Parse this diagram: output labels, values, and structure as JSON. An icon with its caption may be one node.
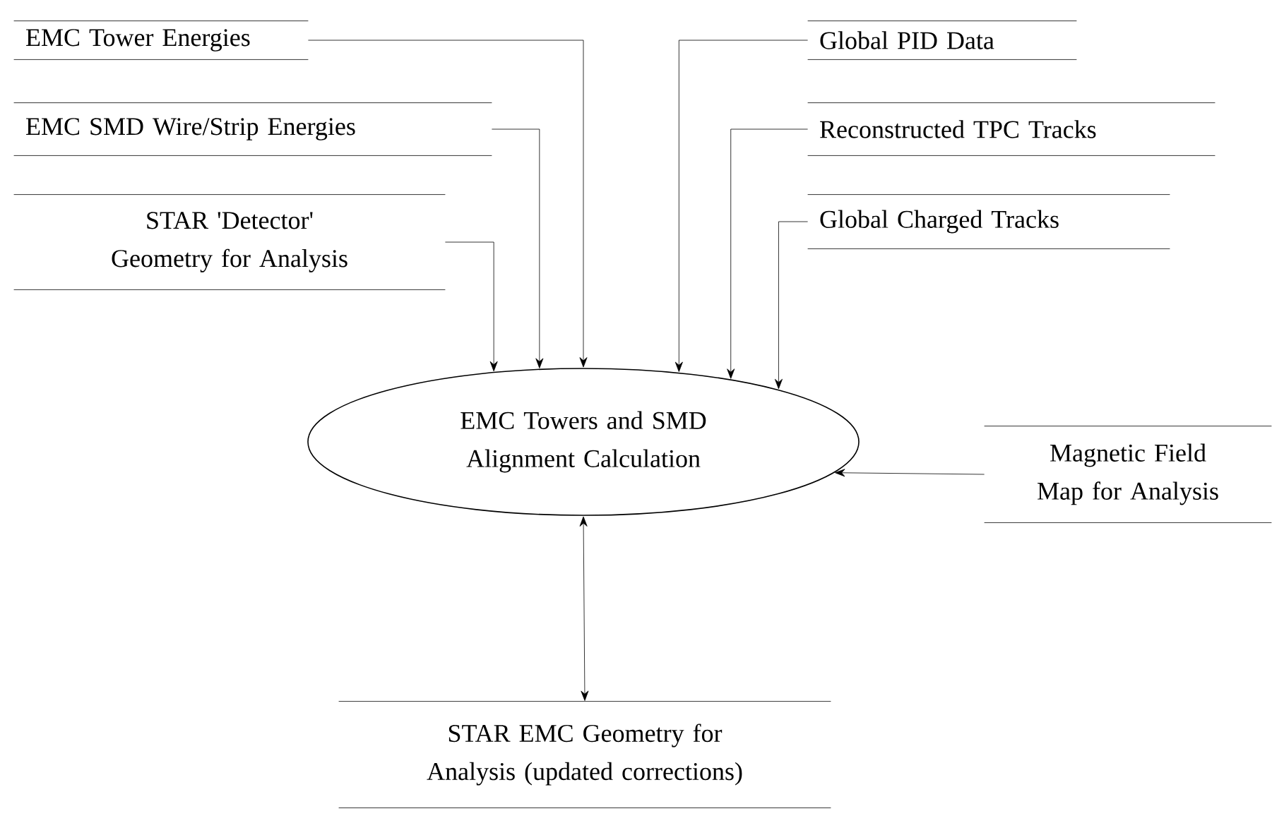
{
  "diagram": {
    "nodes": [
      {
        "text": [
          "EMC Tower Energies"
        ]
      },
      {
        "text": [
          "EMC SMD Wire/Strip Energies"
        ]
      },
      {
        "text": [
          "STAR 'Detector' Geometry for Analysis"
        ]
      },
      {
        "text": [
          "Global PID Data"
        ]
      },
      {
        "text": [
          "Reconstructed TPC Tracks"
        ]
      },
      {
        "text": [
          "Global Charged Tracks"
        ]
      },
      {
        "text": [
          "EMC Towers and SMD Alignment Calculation"
        ]
      },
      {
        "text": [
          "Magnetic Field Map for Analysis"
        ]
      },
      {
        "text": [
          "STAR EMC Geometry for Analysis (updated corrections)"
        ]
      }
    ],
    "edges": [
      {
        "from": 0,
        "to": 6,
        "arrow": "to"
      },
      {
        "from": 1,
        "to": 6,
        "arrow": "to"
      },
      {
        "from": 2,
        "to": 6,
        "arrow": "to"
      },
      {
        "from": 3,
        "to": 6,
        "arrow": "to"
      },
      {
        "from": 4,
        "to": 6,
        "arrow": "to"
      },
      {
        "from": 5,
        "to": 6,
        "arrow": "to"
      },
      {
        "from": 7,
        "to": 6,
        "arrow": "to"
      },
      {
        "from": 6,
        "to": 8,
        "arrow": "both"
      }
    ]
  }
}
